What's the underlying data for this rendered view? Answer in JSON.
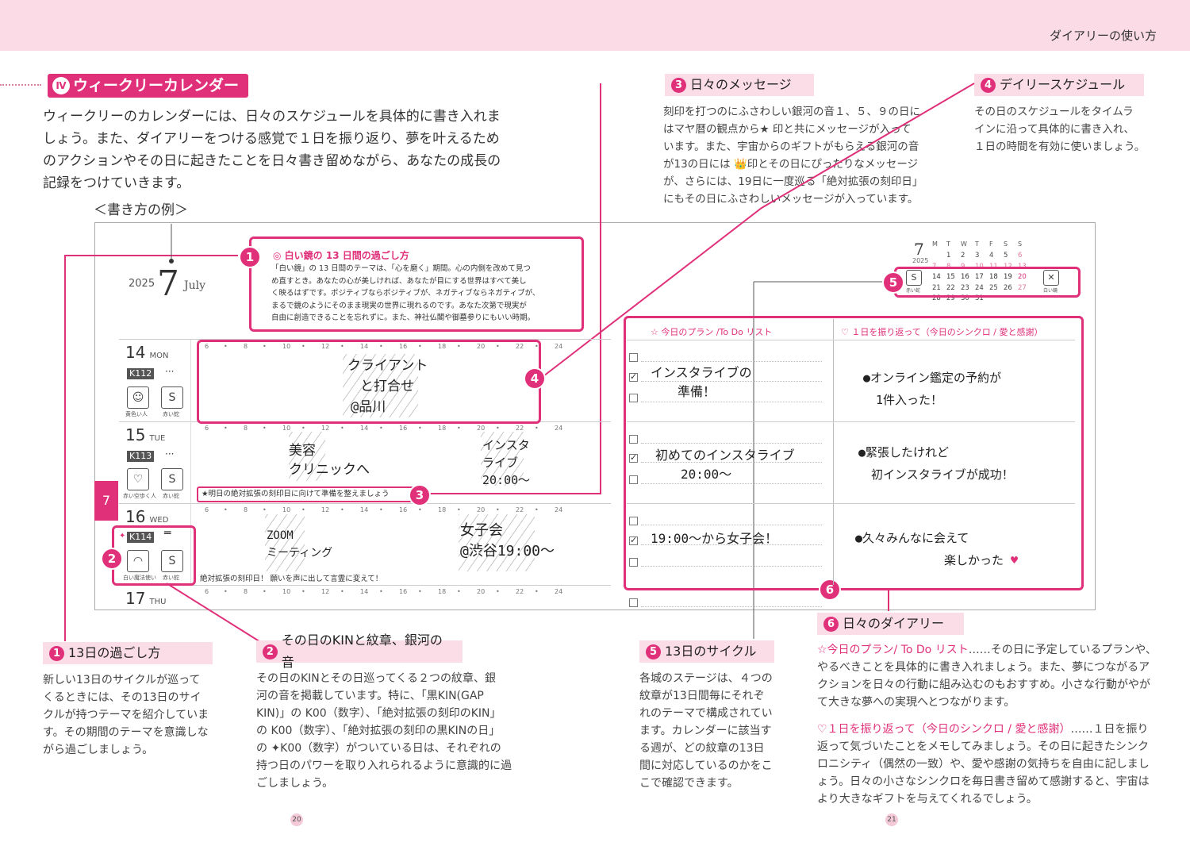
{
  "header": {
    "title": "ダイアリーの使い方"
  },
  "section": {
    "roman": "Ⅳ",
    "title": "ウィークリーカレンダー"
  },
  "intro": [
    "ウィークリーのカレンダーには、日々のスケジュールを具体的に書き入れま",
    "しょう。また、ダイアリーをつける感覚で１日を振り返り、夢を叶えるため",
    "のアクションやその日に起きたことを日々書き留めながら、あなたの成長の",
    "記録をつけていきます。"
  ],
  "example_label": "＜書き方の例＞",
  "label3": {
    "num": "3",
    "title": "日々のメッセージ",
    "text": [
      "刻印を打つのにふさわしい銀河の音１、５、９の日に",
      "はマヤ暦の観点から★ 印と共にメッセージが入って",
      "います。また、宇宙からのギフトがもらえる銀河の音",
      "が13の日には 👑印とその日にぴったりなメッセージ",
      "が、さらには、19日に一度巡る「絶対拡張の刻印日」",
      "にもその日にふさわしいメッセージが入っています。"
    ]
  },
  "label4": {
    "num": "4",
    "title": "デイリースケジュール",
    "text": [
      "その日のスケジュールをタイムラ",
      "インに沿って具体的に書き入れ、",
      "１日の時間を有効に使いましょう。"
    ]
  },
  "calendar": {
    "year": "2025",
    "month": "7",
    "month_en": "July",
    "box1": {
      "title": "白い鏡の 13 日間の過ごし方",
      "text": [
        "「白い鏡」の 13 日間のテーマは、「心を磨く」期間。心の内側を改めて見つ",
        "め直すとき。あなたの心が美しければ、あなたが目にする世界はすべて美し",
        "く映るはずです。ポジティブならポジティブが、ネガティブならネガティブが、",
        "まるで鏡のようにそのまま現実の世界に現れるのです。あなた次第で現実が",
        "自由に創造できることを忘れずに。また、神社仏閣や御墓参りにもいい時期。"
      ]
    },
    "ticks": [
      "6",
      "8",
      "10",
      "12",
      "14",
      "16",
      "18",
      "20",
      "22",
      "24"
    ],
    "days": [
      {
        "num": "14",
        "dow": "MON",
        "kin": "K112",
        "glyph1": "黄色い人",
        "glyph2": "赤い蛇"
      },
      {
        "num": "15",
        "dow": "TUE",
        "kin": "K113",
        "glyph1": "赤い空歩く人",
        "glyph2": "赤い蛇"
      },
      {
        "num": "16",
        "dow": "WED",
        "kin": "K114",
        "glyph1": "白い魔法使い",
        "glyph2": "赤い蛇"
      },
      {
        "num": "17",
        "dow": "THU"
      }
    ],
    "hand_14": [
      "クライアント",
      "と打合せ",
      "@品川"
    ],
    "hand_15a": [
      "美容",
      "クリニックへ"
    ],
    "hand_15b": [
      "インスタ",
      "ライブ",
      "20:00〜"
    ],
    "msg_15": "★明日の絶対拡張の刻印日に向けて準備を整えましょう",
    "hand_16a": [
      "ZOOM",
      "ミーティング"
    ],
    "hand_16b": [
      "女子会",
      "@渋谷19:00〜"
    ],
    "msg_16": "絶対拡張の刻印日！ 願いを声に出して言霊に変えて！",
    "side_tab": "7",
    "mini": {
      "month": "7",
      "year": "2025",
      "dows": [
        "M",
        "T",
        "W",
        "T",
        "F",
        "S",
        "S"
      ],
      "rows": [
        [
          "",
          "1",
          "2",
          "3",
          "4",
          "5",
          "6"
        ],
        [
          "7",
          "8",
          "9",
          "10",
          "11",
          "12",
          "13"
        ],
        [
          "14",
          "15",
          "16",
          "17",
          "18",
          "19",
          "20"
        ],
        [
          "21",
          "22",
          "23",
          "24",
          "25",
          "26",
          "27"
        ],
        [
          "28",
          "29",
          "30",
          "31",
          "",
          "",
          ""
        ]
      ],
      "left_caption": "赤い蛇",
      "right_caption": "白い鏡"
    },
    "plan_header": "☆ 今日のプラン /To Do リスト",
    "review_header": "♡ １日を振り返って（今日のシンクロ / 愛と感謝）",
    "todo_14": [
      "インスタライブの",
      "準備！"
    ],
    "review_14": [
      "●オンライン鑑定の予約が",
      "1件入った！"
    ],
    "todo_15": [
      "初めてのインスタライブ",
      "20:00〜"
    ],
    "review_15": [
      "●緊張したけれど",
      "初インスタライブが成功！"
    ],
    "todo_16": "19:00〜から女子会！",
    "review_16": [
      "●久々みんなに会えて",
      "楽しかった"
    ]
  },
  "label1": {
    "num": "1",
    "title": "13日の過ごし方",
    "text": [
      "新しい13日のサイクルが巡って",
      "くるときには、その13日のサイ",
      "クルが持つテーマを紹介していま",
      "す。その期間のテーマを意識しな",
      "がら過ごしましょう。"
    ]
  },
  "label2": {
    "num": "2",
    "title": "その日のKINと紋章、銀河の音",
    "text": [
      "その日のKINとその日巡ってくる２つの紋章、銀",
      "河の音を掲載しています。特に、「黒KIN(GAP",
      "KIN)」の K00（数字）、「絶対拡張の刻印のKIN」",
      "の K00（数字）、「絶対拡張の刻印の黒KINの日」",
      "の ✦K00（数字）がついている日は、それぞれの",
      "持つ日のパワーを取り入れられるように意識的に過",
      "ごしましょう。"
    ]
  },
  "label5": {
    "num": "5",
    "title": "13日のサイクル",
    "text": [
      "各城のステージは、４つの",
      "紋章が13日間毎にそれぞ",
      "れのテーマで構成されてい",
      "ます。カレンダーに該当す",
      "る週が、どの紋章の13日",
      "間に対応しているのかをこ",
      "こで確認できます。"
    ]
  },
  "label6": {
    "num": "6",
    "title": "日々のダイアリー",
    "p1_head": "☆今日のプラン/ To Do リスト",
    "p1": "……その日に予定しているプランや、やるべきことを具体的に書き入れましょう。また、夢につながるアクションを日々の行動に組み込むのもおすすめ。小さな行動がやがて大きな夢への実現へとつながります。",
    "p2_head": "♡１日を振り返って（今日のシンクロ / 愛と感謝）",
    "p2": "……１日を振り返って気づいたことをメモしてみましょう。その日に起きたシンクロニシティ（偶然の一致）や、愛や感謝の気持ちを自由に記しましょう。日々の小さなシンクロを毎日書き留めて感謝すると、宇宙はより大きなギフトを与えてくれるでしょう。"
  },
  "pages": {
    "left": "20",
    "right": "21"
  },
  "colors": {
    "accent": "#e0307a",
    "header_bg": "#fadbe6",
    "label_bg": "#fbdde8"
  }
}
